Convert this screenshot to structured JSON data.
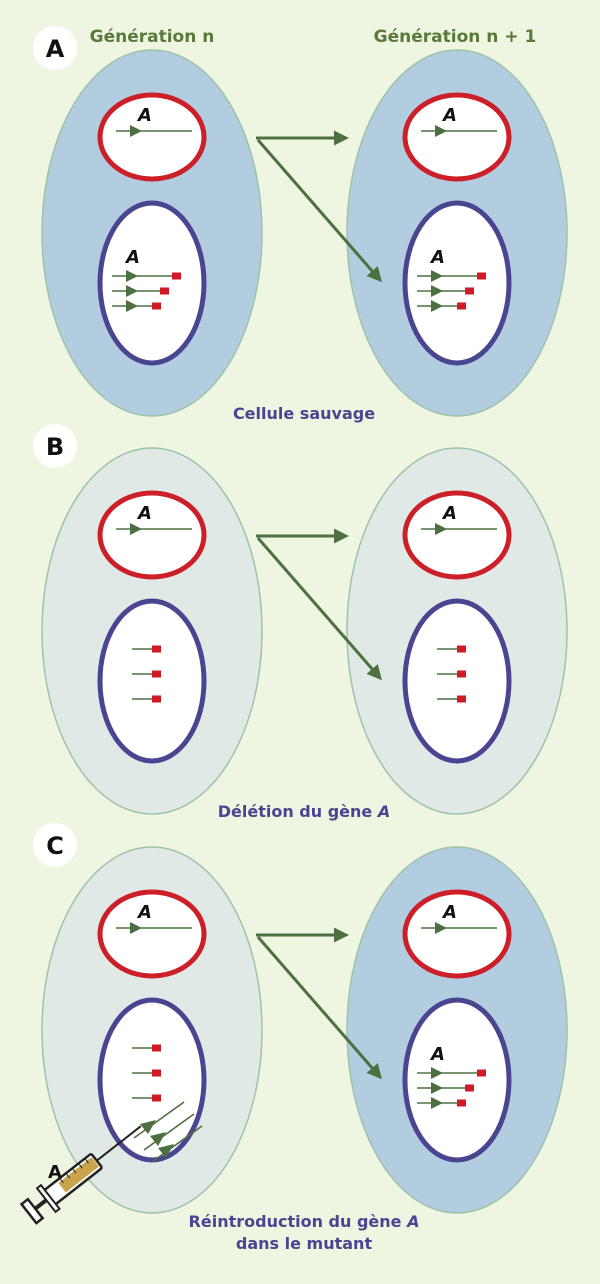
{
  "headers": {
    "left": "Génération n",
    "right": "Génération n + 1"
  },
  "panels": [
    {
      "label": "A",
      "caption": [
        "Cellule sauvage"
      ],
      "left_cell": "wild",
      "right_cell": "wild",
      "left_nucleus": "three_arrows",
      "right_nucleus": "three_arrows"
    },
    {
      "label": "B",
      "caption": [
        "Délétion du gène ",
        "A"
      ],
      "left_cell": "mutant",
      "right_cell": "mutant",
      "left_nucleus": "three_stubs",
      "right_nucleus": "three_stubs"
    },
    {
      "label": "C",
      "caption": [
        "Réintroduction du gène ",
        "A"
      ],
      "caption_line2": "dans le mutant",
      "left_cell": "mutant",
      "right_cell": "wild",
      "left_nucleus": "three_stubs_injected",
      "right_nucleus": "three_arrows"
    }
  ],
  "gene_label": "A",
  "syringe_label": "A",
  "colors": {
    "background": "#eef5e1",
    "wild_cell": "#b2cde0",
    "mutant_cell": "#e0e9e6",
    "cell_stroke": "#9cc4a8",
    "mitochondrion_stroke": "#cc1f28",
    "nucleus_stroke": "#4a4590",
    "arrow": "#4d7040",
    "marker": "#d11a26",
    "header_text": "#5a7a3a",
    "caption_text": "#4a4590"
  }
}
